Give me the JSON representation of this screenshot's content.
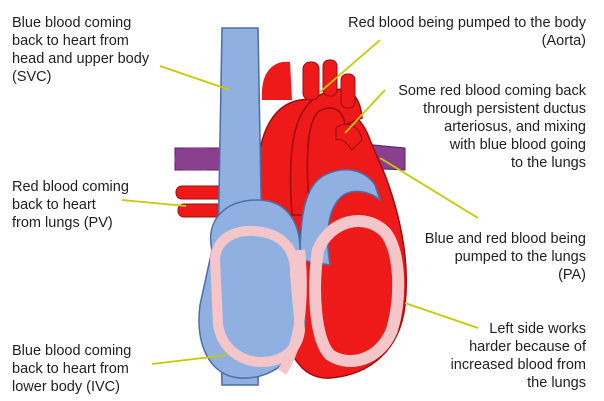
{
  "labels": {
    "svc": "Blue blood coming\nback to heart from\nhead and upper body\n(SVC)",
    "aorta": "Red blood being pumped to the body\n(Aorta)",
    "ductus": "Some red blood coming back\nthrough persistent ductus\narteriosus, and mixing\nwith blue blood going\nto the lungs",
    "pv": "Red blood coming\nback to heart\nfrom lungs (PV)",
    "pa": "Blue and red blood being\npumped to the lungs\n(PA)",
    "left_side": "Left side works\nharder because of\nincreased blood from\nthe lungs",
    "ivc": "Blue blood coming\nback to heart from\nlower body (IVC)"
  },
  "colors": {
    "blue": "#8fb0e0",
    "blue_outline": "#4a6fa8",
    "red": "#ee1a1a",
    "red_outline": "#9a0c0c",
    "purple": "#8b3f8f",
    "pink": "#f5c6c9",
    "leader": "#c8c800"
  }
}
